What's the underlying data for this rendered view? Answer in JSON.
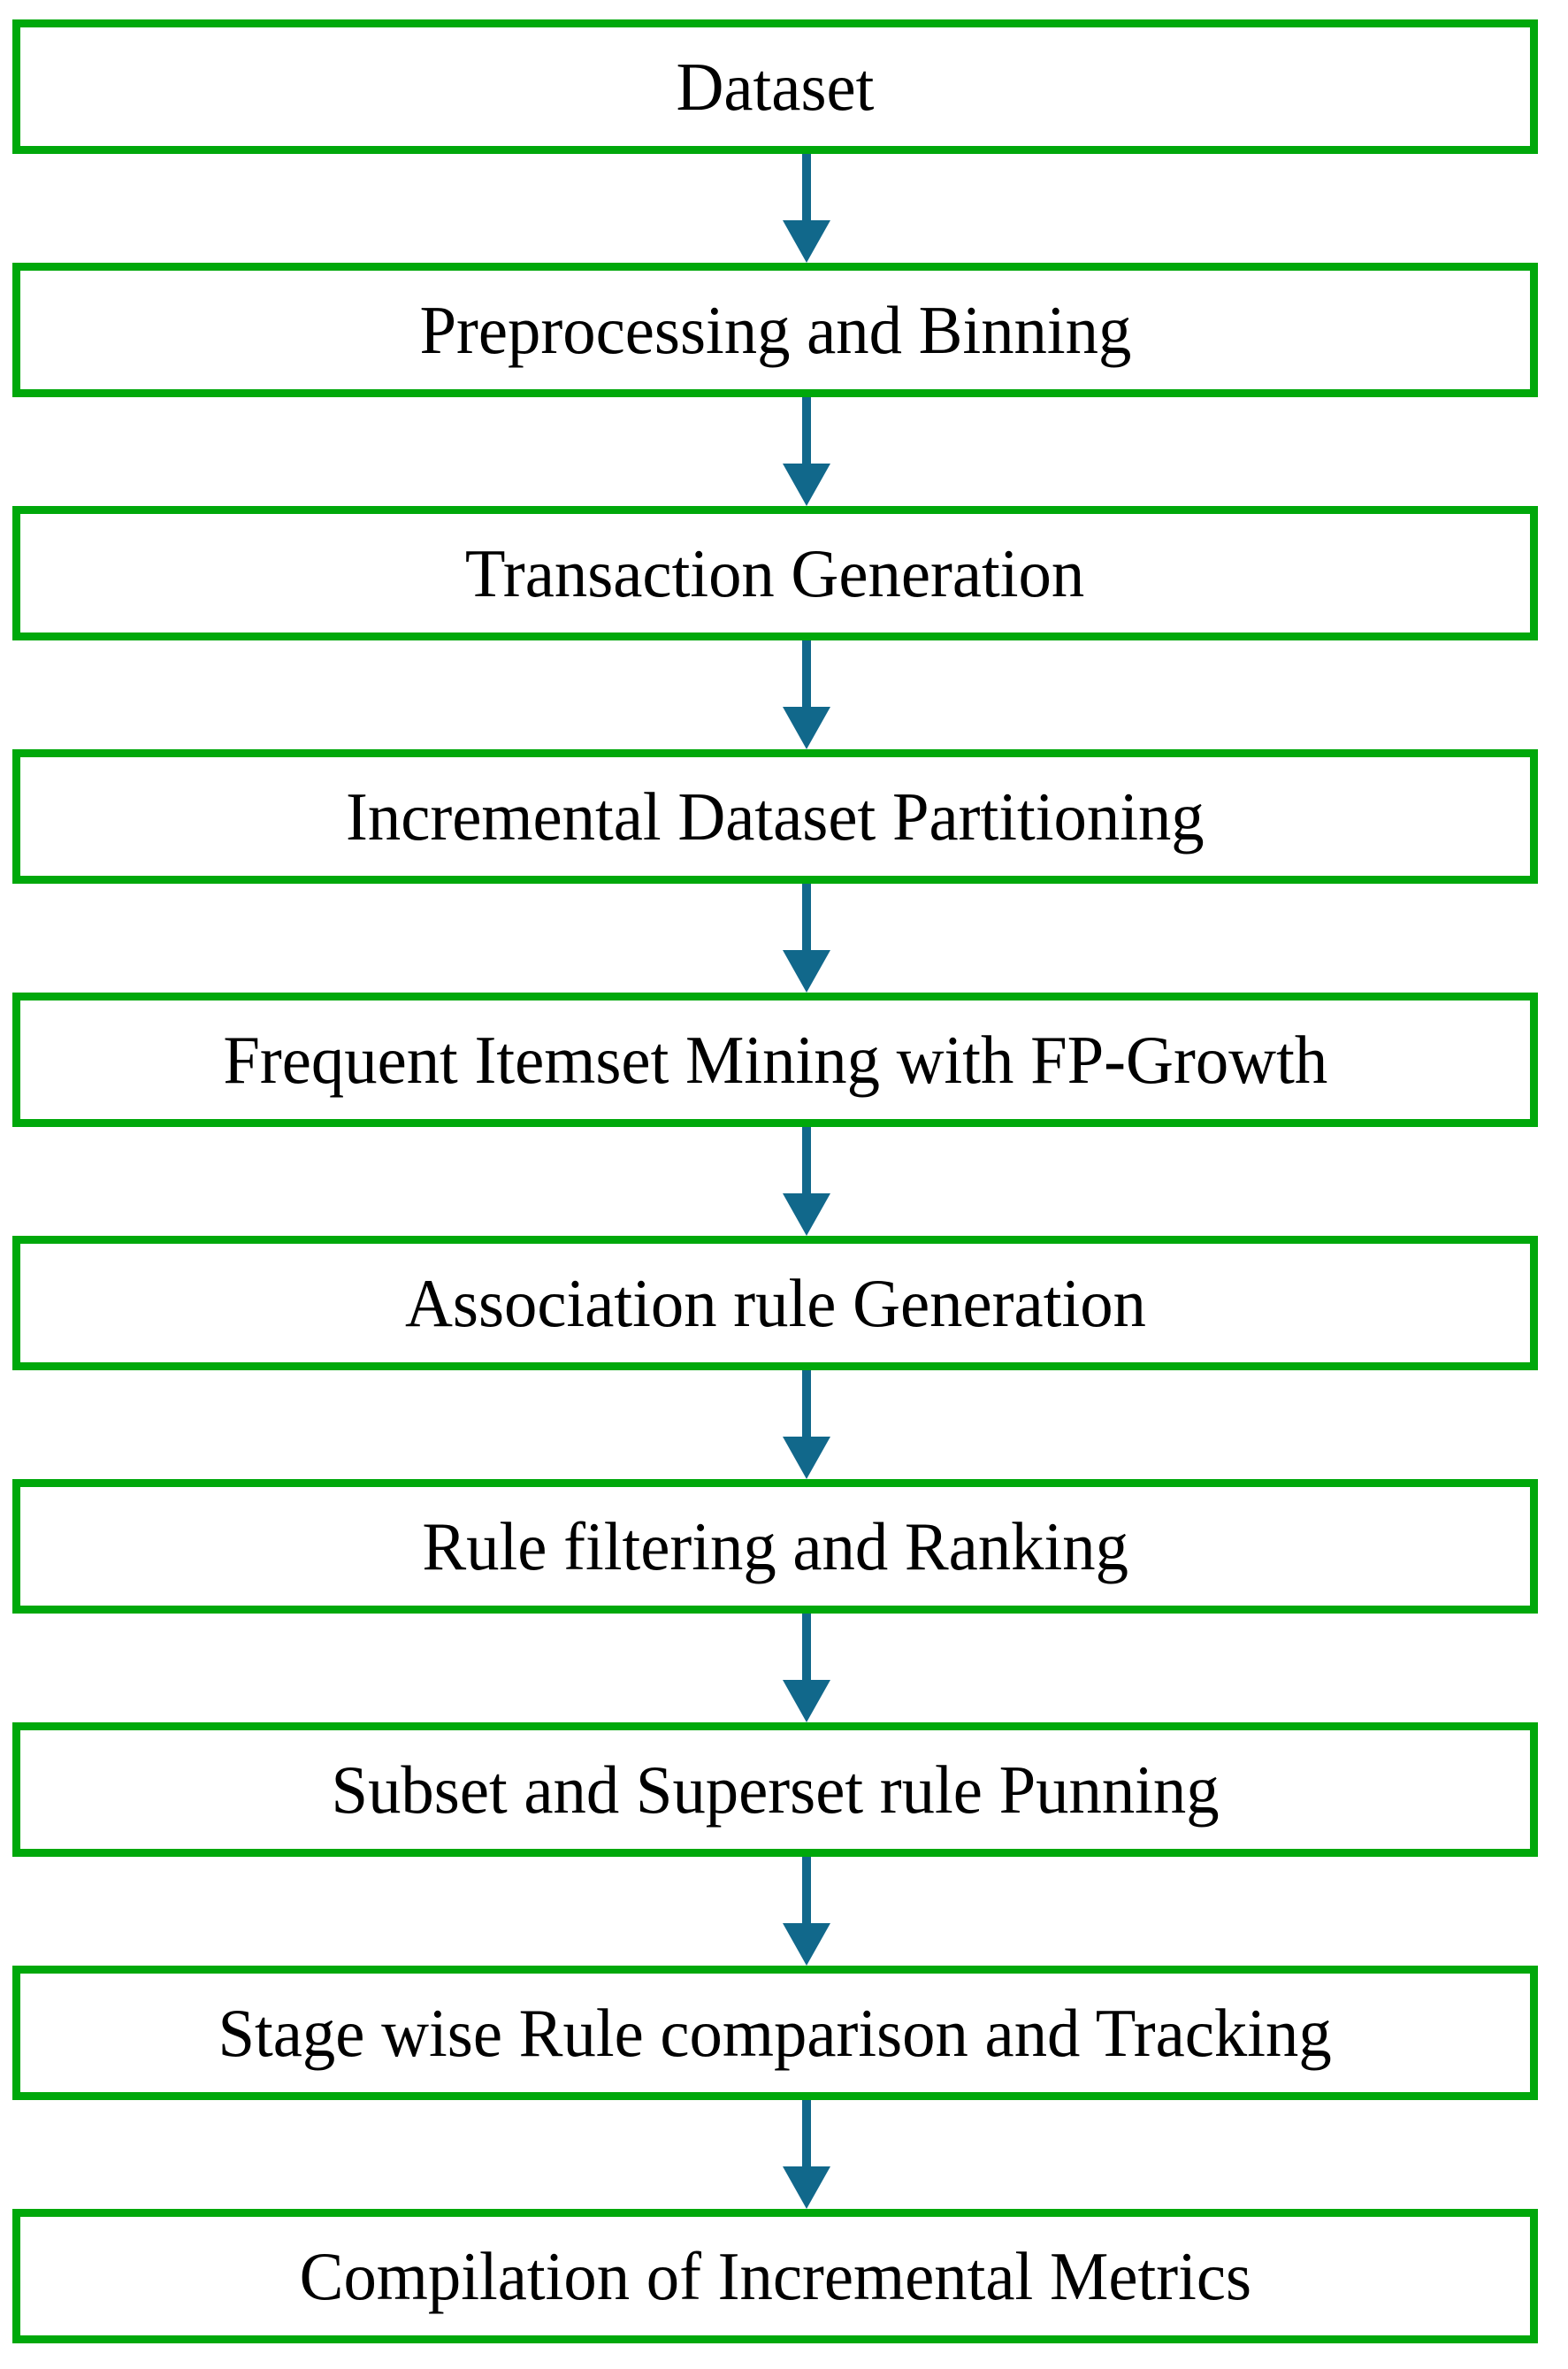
{
  "diagram": {
    "type": "flowchart",
    "direction": "top-down",
    "steps": [
      {
        "label": "Dataset"
      },
      {
        "label": "Preprocessing and Binning"
      },
      {
        "label": "Transaction Generation"
      },
      {
        "label": "Incremental Dataset Partitioning"
      },
      {
        "label": "Frequent Itemset Mining with FP-Growth"
      },
      {
        "label": "Association rule Generation"
      },
      {
        "label": "Rule filtering and Ranking"
      },
      {
        "label": "Subset and Superset rule Punning"
      },
      {
        "label": "Stage wise Rule comparison and Tracking"
      },
      {
        "label": "Compilation of Incremental Metrics"
      }
    ],
    "edges": [
      [
        0,
        1
      ],
      [
        1,
        2
      ],
      [
        2,
        3
      ],
      [
        3,
        4
      ],
      [
        4,
        5
      ],
      [
        5,
        6
      ],
      [
        6,
        7
      ],
      [
        7,
        8
      ],
      [
        8,
        9
      ]
    ],
    "colors": {
      "box_border": "#00a80b",
      "box_fill": "#ffffff",
      "arrow": "#11688b",
      "text": "#000000"
    }
  }
}
